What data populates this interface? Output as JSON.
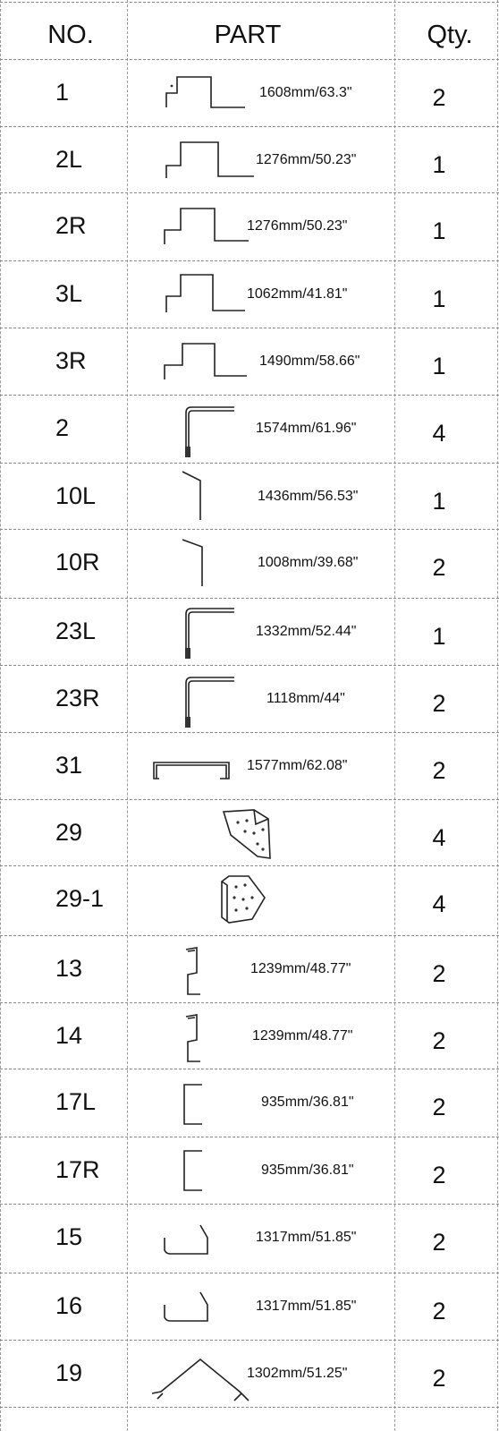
{
  "table": {
    "headers": {
      "no": "NO.",
      "part": "PART",
      "qty": "Qty."
    },
    "rows": [
      {
        "no": "1",
        "icon": "step-profile-icon",
        "length": "1608mm/63.3\"",
        "qty": "2"
      },
      {
        "no": "2L",
        "icon": "step-profile-icon",
        "length": "1276mm/50.23\"",
        "qty": "1"
      },
      {
        "no": "2R",
        "icon": "step-profile-icon",
        "length": "1276mm/50.23\"",
        "qty": "1"
      },
      {
        "no": "3L",
        "icon": "step-profile-icon",
        "length": "1062mm/41.81\"",
        "qty": "1"
      },
      {
        "no": "3R",
        "icon": "step-profile-icon",
        "length": "1490mm/58.66\"",
        "qty": "1"
      },
      {
        "no": "2",
        "icon": "angle-post-icon",
        "length": "1574mm/61.96\"",
        "qty": "4"
      },
      {
        "no": "10L",
        "icon": "hook-bar-icon",
        "length": "1436mm/56.53\"",
        "qty": "1"
      },
      {
        "no": "10R",
        "icon": "hook-bar-icon",
        "length": "1008mm/39.68\"",
        "qty": "2"
      },
      {
        "no": "23L",
        "icon": "angle-post-icon",
        "length": "1332mm/52.44\"",
        "qty": "1"
      },
      {
        "no": "23R",
        "icon": "angle-post-icon",
        "length": "1118mm/44\"",
        "qty": "2"
      },
      {
        "no": "31",
        "icon": "u-channel-icon",
        "length": "1577mm/62.08\"",
        "qty": "2"
      },
      {
        "no": "29",
        "icon": "gusset-plate-icon",
        "length": "",
        "qty": "4"
      },
      {
        "no": "29-1",
        "icon": "gusset-plate-icon",
        "length": "",
        "qty": "4"
      },
      {
        "no": "13",
        "icon": "z-profile-icon",
        "length": "1239mm/48.77\"",
        "qty": "2"
      },
      {
        "no": "14",
        "icon": "z-profile-icon",
        "length": "1239mm/48.77\"",
        "qty": "2"
      },
      {
        "no": "17L",
        "icon": "c-channel-icon",
        "length": "935mm/36.81\"",
        "qty": "2"
      },
      {
        "no": "17R",
        "icon": "c-channel-icon",
        "length": "935mm/36.81\"",
        "qty": "2"
      },
      {
        "no": "15",
        "icon": "gutter-profile-icon",
        "length": "1317mm/51.85\"",
        "qty": "2"
      },
      {
        "no": "16",
        "icon": "gutter-profile-icon",
        "length": "1317mm/51.85\"",
        "qty": "2"
      },
      {
        "no": "19",
        "icon": "ridge-cap-icon",
        "length": "1302mm/51.25\"",
        "qty": "2"
      }
    ]
  }
}
